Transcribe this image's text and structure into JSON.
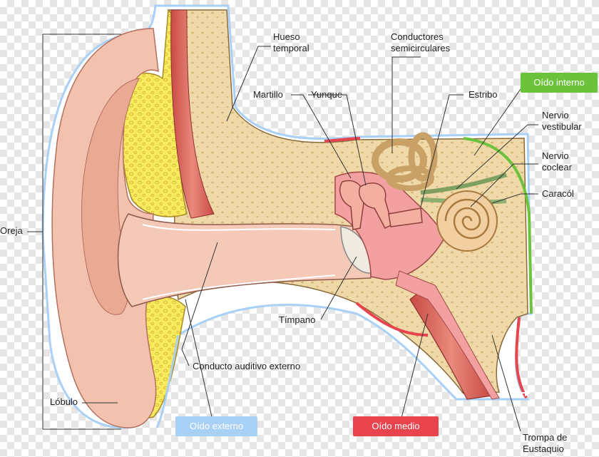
{
  "labels": {
    "hueso_temporal": [
      "Hueso",
      "temporal"
    ],
    "conductores": [
      "Conductores",
      "semicirculares"
    ],
    "martillo": "Martillo",
    "yunque": "Yunque",
    "estribo": "Estribo",
    "nervio_vestibular": [
      "Nervio",
      "vestibular"
    ],
    "nervio_coclear": [
      "Nervio",
      "coclear"
    ],
    "caracol": "Caracól",
    "oreja": "Oreja",
    "timpano": "Tímpano",
    "conducto": "Conducto auditivo externo",
    "lobulo": "Lóbulo",
    "trompa": [
      "Trompa de",
      "Eustaquio"
    ]
  },
  "badges": {
    "externo": "Oído externo",
    "medio": "Oído medio",
    "interno": "Oído interno"
  },
  "colors": {
    "externo": "#a9d0f5",
    "medio": "#e8444d",
    "interno": "#6cc23a",
    "skin": "#f2c2ae",
    "bone": "#f0d9a8",
    "cartilage": "#f6e85a",
    "muscle": "#d9605a"
  },
  "icons": {
    "arrow": "right-arrow-icon"
  }
}
